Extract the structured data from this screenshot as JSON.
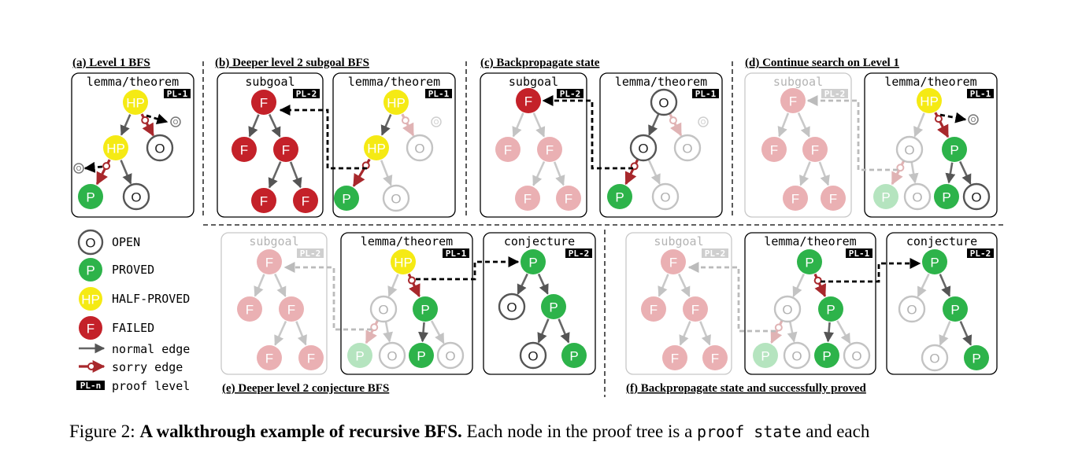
{
  "panel_titles": {
    "a": "(a) Level 1 BFS",
    "b": "(b) Deeper level 2 subgoal BFS",
    "c": "(c) Backpropagate state",
    "d": "(d) Continue search on Level 1",
    "e": "(e) Deeper level 2 conjecture BFS",
    "f": "(f) Backpropagate state and successfully proved"
  },
  "box_titles": {
    "subgoal": "subgoal",
    "lemma": "lemma/theorem",
    "conjecture": "conjecture"
  },
  "proof_levels": {
    "level1": "PL-1",
    "level2": "PL-2",
    "level_n": "PL-n"
  },
  "node_labels": {
    "open": "O",
    "proved": "P",
    "half_proved": "HP",
    "failed": "F"
  },
  "colors": {
    "open_stroke": "#555555",
    "proved": "#2db34a",
    "half_proved": "#f5ea14",
    "failed": "#c42129",
    "normal_edge": "#666666",
    "sorry_edge": "#a8282c"
  },
  "legend": {
    "open": "OPEN",
    "proved": "PROVED",
    "half_proved": "HALF-PROVED",
    "failed": "FAILED",
    "normal_edge": "normal edge",
    "sorry_edge": "sorry edge",
    "proof_level": "proof level"
  },
  "caption": {
    "prefix": "Figure 2: ",
    "bold": "A walkthrough example of recursive BFS.",
    "text1": " Each node in the proof tree is a ",
    "mono": "proof state",
    "text2": " and each"
  }
}
